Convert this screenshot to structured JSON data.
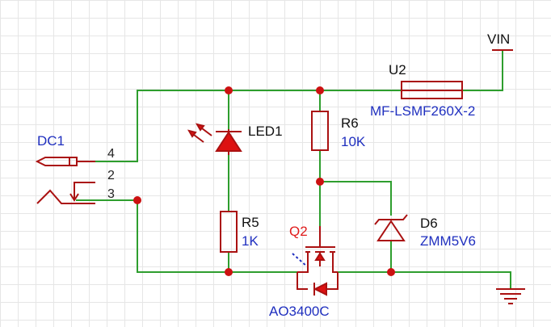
{
  "components": {
    "dc1": {
      "ref": "DC1",
      "pins": [
        "4",
        "2",
        "3"
      ]
    },
    "u2": {
      "ref": "U2",
      "value": "MF-LSMF260X-2"
    },
    "vin": {
      "net": "VIN"
    },
    "led1": {
      "ref": "LED1"
    },
    "r6": {
      "ref": "R6",
      "value": "10K"
    },
    "r5": {
      "ref": "R5",
      "value": "1K"
    },
    "q2": {
      "ref": "Q2",
      "value": "AO3400C"
    },
    "d6": {
      "ref": "D6",
      "value": "ZMM5V6"
    }
  },
  "colors": {
    "wire": "#2e9e2e",
    "component": "#aa1111",
    "label": "#1f2fbf",
    "designator_q2": "#e01b1b"
  },
  "icons": [
    "dc-jack-symbol",
    "resistor-symbol",
    "led-symbol",
    "nmos-symbol",
    "zener-symbol",
    "ground-symbol",
    "power-net-symbol",
    "fuse-symbol"
  ]
}
